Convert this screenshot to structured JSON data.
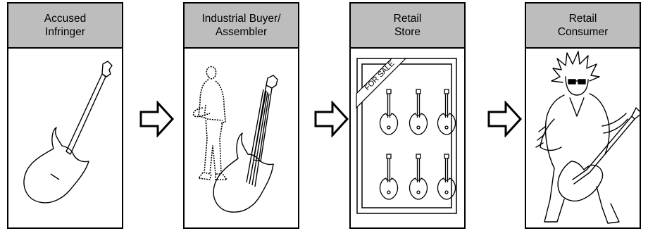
{
  "panels": [
    {
      "id": "accused-infringer",
      "title": "Accused\nInfringer"
    },
    {
      "id": "industrial-buyer",
      "title": "Industrial Buyer/\nAssembler"
    },
    {
      "id": "retail-store",
      "title": "Retail\nStore",
      "sign": "FOR SALE"
    },
    {
      "id": "retail-consumer",
      "title": "Retail\nConsumer"
    }
  ],
  "icons": [
    "guitar-icon",
    "person-icon",
    "arrow-right-icon",
    "for-sale-banner-icon",
    "rock-guitarist-icon"
  ]
}
